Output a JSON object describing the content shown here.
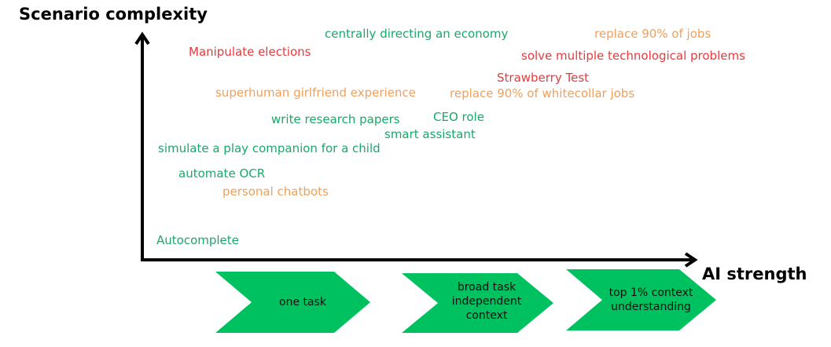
{
  "axes": {
    "y_label": "Scenario complexity",
    "x_label": "AI strength"
  },
  "colors": {
    "green": "#1aa86a",
    "orange": "#f0a05a",
    "red": "#e8393c",
    "stage_fill": "#00c15f",
    "axis": "#000000"
  },
  "scenarios": [
    {
      "label": "centrally directing  an economy",
      "color": "green"
    },
    {
      "label": "replace 90% of jobs",
      "color": "orange"
    },
    {
      "label": "Manipulate elections",
      "color": "red"
    },
    {
      "label": "solve multiple technological problems",
      "color": "red"
    },
    {
      "label": "Strawberry Test",
      "color": "red"
    },
    {
      "label": "superhuman girlfriend experience",
      "color": "orange"
    },
    {
      "label": "replace 90% of whitecollar jobs",
      "color": "orange"
    },
    {
      "label": "write research papers",
      "color": "green"
    },
    {
      "label": "CEO role",
      "color": "green"
    },
    {
      "label": "smart assistant",
      "color": "green"
    },
    {
      "label": "simulate a play companion for a child",
      "color": "green"
    },
    {
      "label": "automate OCR",
      "color": "green"
    },
    {
      "label": "personal chatbots",
      "color": "orange"
    },
    {
      "label": "Autocomplete",
      "color": "green"
    }
  ],
  "stages": [
    {
      "label": "one task"
    },
    {
      "label": "broad task\nindependent\ncontext"
    },
    {
      "label": "top 1% context\nunderstanding"
    }
  ]
}
